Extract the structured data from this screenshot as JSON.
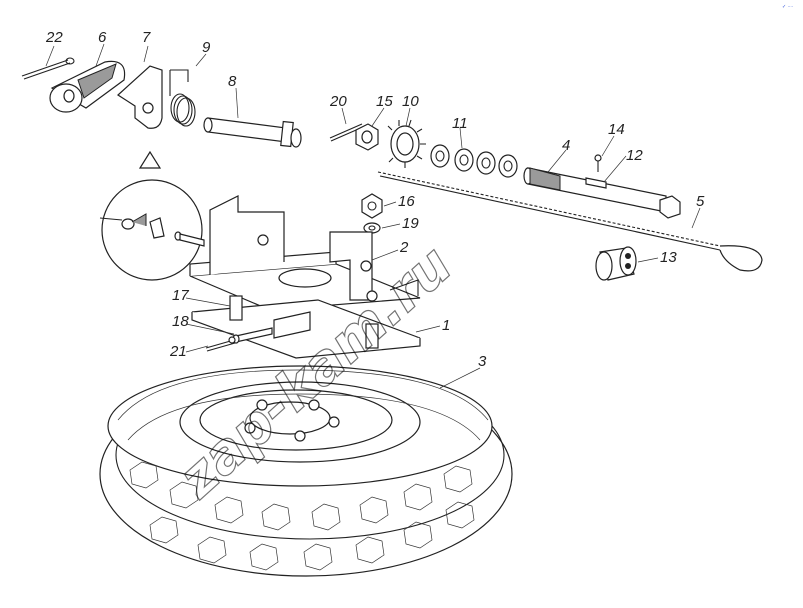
{
  "diagram": {
    "callouts": [
      "1",
      "2",
      "3",
      "4",
      "5",
      "6",
      "7",
      "8",
      "9",
      "10",
      "11",
      "12",
      "13",
      "14",
      "15",
      "16",
      "17",
      "18",
      "19",
      "20",
      "21",
      "22"
    ],
    "watermark": "zap-kam.ru",
    "corner_mark": "✓ ∙∙∙∙"
  }
}
